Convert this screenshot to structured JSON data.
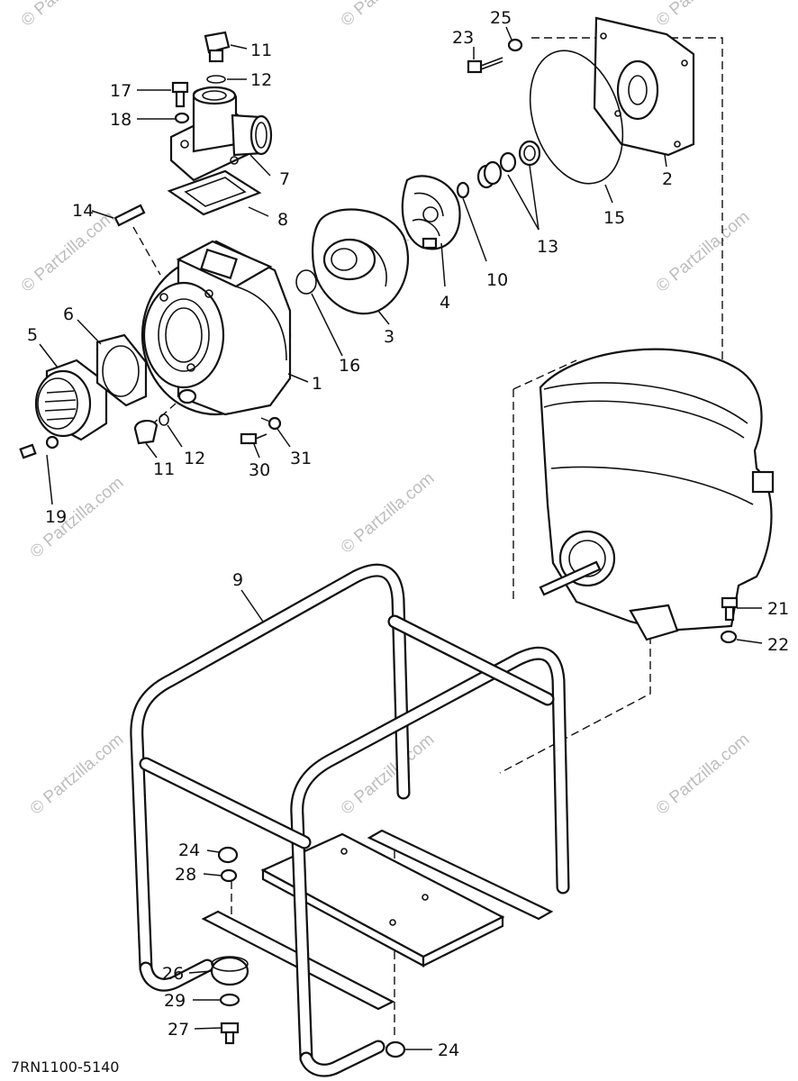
{
  "diagram": {
    "drawing_code": "7RN1100-5140",
    "watermark": "© Partzilla.com",
    "callouts": [
      {
        "id": "c11a",
        "label": "11"
      },
      {
        "id": "c12a",
        "label": "12"
      },
      {
        "id": "c17",
        "label": "17"
      },
      {
        "id": "c18",
        "label": "18"
      },
      {
        "id": "c7",
        "label": "7"
      },
      {
        "id": "c8",
        "label": "8"
      },
      {
        "id": "c14",
        "label": "14"
      },
      {
        "id": "c23",
        "label": "23"
      },
      {
        "id": "c25",
        "label": "25"
      },
      {
        "id": "c2",
        "label": "2"
      },
      {
        "id": "c15",
        "label": "15"
      },
      {
        "id": "c13",
        "label": "13"
      },
      {
        "id": "c10",
        "label": "10"
      },
      {
        "id": "c4",
        "label": "4"
      },
      {
        "id": "c3",
        "label": "3"
      },
      {
        "id": "c16",
        "label": "16"
      },
      {
        "id": "c1",
        "label": "1"
      },
      {
        "id": "c5",
        "label": "5"
      },
      {
        "id": "c6",
        "label": "6"
      },
      {
        "id": "c11b",
        "label": "11"
      },
      {
        "id": "c12b",
        "label": "12"
      },
      {
        "id": "c30",
        "label": "30"
      },
      {
        "id": "c31",
        "label": "31"
      },
      {
        "id": "c19",
        "label": "19"
      },
      {
        "id": "c9",
        "label": "9"
      },
      {
        "id": "c21",
        "label": "21"
      },
      {
        "id": "c22",
        "label": "22"
      },
      {
        "id": "c24a",
        "label": "24"
      },
      {
        "id": "c28",
        "label": "28"
      },
      {
        "id": "c26",
        "label": "26"
      },
      {
        "id": "c29",
        "label": "29"
      },
      {
        "id": "c27",
        "label": "27"
      },
      {
        "id": "c24b",
        "label": "24"
      }
    ]
  }
}
